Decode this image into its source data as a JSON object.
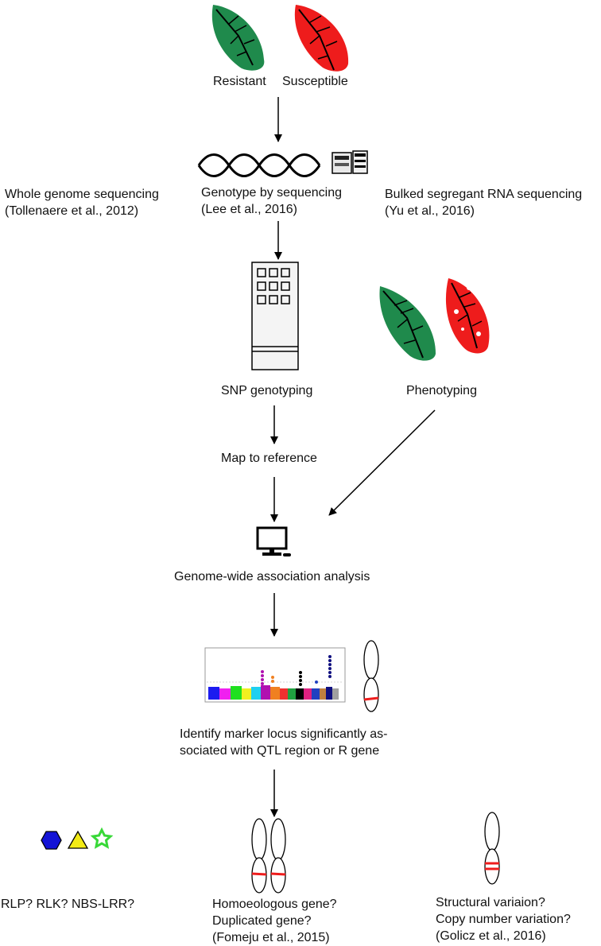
{
  "top": {
    "resistant": "Resistant",
    "susceptible": "Susceptible"
  },
  "methods": {
    "wgs": {
      "title": "Whole genome sequencing",
      "cite": "(Tollenaere et al., 2012)"
    },
    "gbs": {
      "title": "Genotype by sequencing",
      "cite": "(Lee et al., 2016)"
    },
    "bsr": {
      "title": "Bulked segregant RNA sequencing",
      "cite": "(Yu et al., 2016)"
    }
  },
  "steps": {
    "snp": "SNP genotyping",
    "phenotyping": "Phenotyping",
    "map": "Map to reference",
    "gwas": "Genome-wide association analysis",
    "identify_1": "Identify marker locus significantly as-",
    "identify_2": "sociated with QTL region or R gene"
  },
  "outcomes": {
    "genes": "RLP? RLK? NBS-LRR?",
    "homoeo": {
      "l1": "Homoeologous gene?",
      "l2": "Duplicated gene?",
      "l3": "(Fomeju et al., 2015)"
    },
    "struct": {
      "l1": "Structural variaion?",
      "l2": "Copy number variation?",
      "l3": "(Golicz et al., 2016)"
    }
  },
  "colors": {
    "resistant_leaf": "#1f8a4c",
    "susceptible_leaf": "#ee1c1c",
    "hexagon": "#1414d6",
    "triangle": "#f2ea16",
    "star": "#38d838",
    "marker": "#ee1c1c"
  }
}
